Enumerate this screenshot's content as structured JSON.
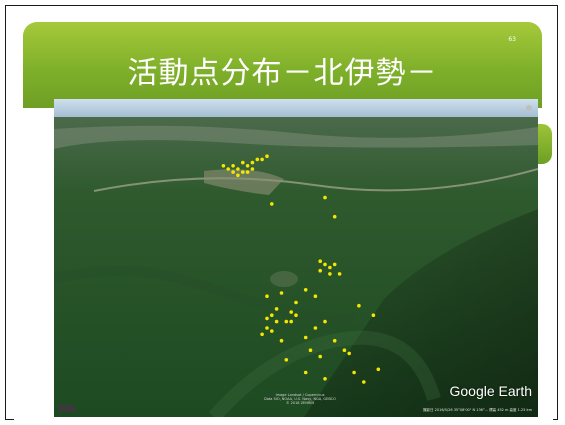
{
  "slide": {
    "page_number": "63",
    "title": "活動点分布－北伊勢－"
  },
  "map": {
    "logo": "Google Earth",
    "attribution_line1": "Image Landsat / Copernicus",
    "attribution_line2": "Data SIO, NOAA, U.S. Navy, NGA, GEBCO",
    "attribution_line3": "© 2018 ZENRIN",
    "status_text": "撮影日 2016/5/26 35°08'00\" N 136°... 標高 452 m 高度 1.25 km",
    "colors": {
      "point_color": "#f3e600",
      "banner_green": "#7fb02a"
    },
    "points": [
      {
        "x": 0.36,
        "y": 0.22
      },
      {
        "x": 0.37,
        "y": 0.21
      },
      {
        "x": 0.38,
        "y": 0.22
      },
      {
        "x": 0.39,
        "y": 0.2
      },
      {
        "x": 0.4,
        "y": 0.21
      },
      {
        "x": 0.41,
        "y": 0.2
      },
      {
        "x": 0.42,
        "y": 0.19
      },
      {
        "x": 0.43,
        "y": 0.19
      },
      {
        "x": 0.37,
        "y": 0.23
      },
      {
        "x": 0.39,
        "y": 0.23
      },
      {
        "x": 0.41,
        "y": 0.22
      },
      {
        "x": 0.44,
        "y": 0.18
      },
      {
        "x": 0.38,
        "y": 0.24
      },
      {
        "x": 0.4,
        "y": 0.23
      },
      {
        "x": 0.35,
        "y": 0.21
      },
      {
        "x": 0.45,
        "y": 0.33
      },
      {
        "x": 0.56,
        "y": 0.31
      },
      {
        "x": 0.58,
        "y": 0.37
      },
      {
        "x": 0.55,
        "y": 0.51
      },
      {
        "x": 0.56,
        "y": 0.52
      },
      {
        "x": 0.57,
        "y": 0.53
      },
      {
        "x": 0.58,
        "y": 0.52
      },
      {
        "x": 0.55,
        "y": 0.54
      },
      {
        "x": 0.57,
        "y": 0.55
      },
      {
        "x": 0.59,
        "y": 0.55
      },
      {
        "x": 0.44,
        "y": 0.62
      },
      {
        "x": 0.47,
        "y": 0.61
      },
      {
        "x": 0.52,
        "y": 0.6
      },
      {
        "x": 0.54,
        "y": 0.62
      },
      {
        "x": 0.5,
        "y": 0.64
      },
      {
        "x": 0.44,
        "y": 0.69
      },
      {
        "x": 0.45,
        "y": 0.68
      },
      {
        "x": 0.46,
        "y": 0.7
      },
      {
        "x": 0.44,
        "y": 0.72
      },
      {
        "x": 0.45,
        "y": 0.73
      },
      {
        "x": 0.48,
        "y": 0.7
      },
      {
        "x": 0.49,
        "y": 0.67
      },
      {
        "x": 0.5,
        "y": 0.68
      },
      {
        "x": 0.49,
        "y": 0.7
      },
      {
        "x": 0.47,
        "y": 0.76
      },
      {
        "x": 0.52,
        "y": 0.75
      },
      {
        "x": 0.54,
        "y": 0.72
      },
      {
        "x": 0.56,
        "y": 0.7
      },
      {
        "x": 0.53,
        "y": 0.79
      },
      {
        "x": 0.55,
        "y": 0.81
      },
      {
        "x": 0.58,
        "y": 0.76
      },
      {
        "x": 0.6,
        "y": 0.79
      },
      {
        "x": 0.61,
        "y": 0.8
      },
      {
        "x": 0.63,
        "y": 0.65
      },
      {
        "x": 0.66,
        "y": 0.68
      },
      {
        "x": 0.52,
        "y": 0.86
      },
      {
        "x": 0.56,
        "y": 0.88
      },
      {
        "x": 0.62,
        "y": 0.86
      },
      {
        "x": 0.64,
        "y": 0.89
      },
      {
        "x": 0.67,
        "y": 0.85
      },
      {
        "x": 0.48,
        "y": 0.82
      },
      {
        "x": 0.43,
        "y": 0.74
      },
      {
        "x": 0.46,
        "y": 0.66
      }
    ]
  }
}
